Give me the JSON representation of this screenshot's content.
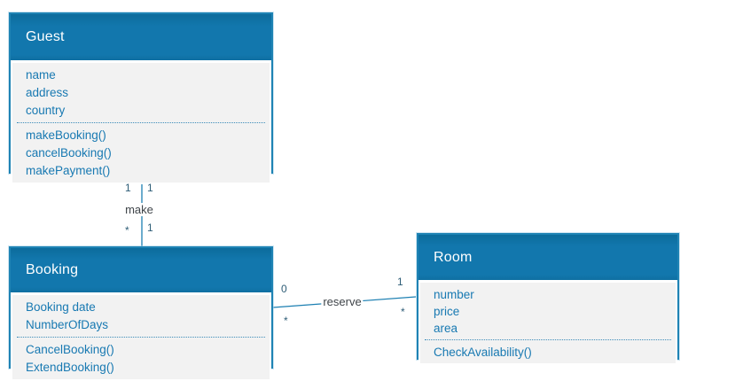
{
  "diagram": {
    "type": "uml-class-diagram",
    "classes": {
      "guest": {
        "title": "Guest",
        "attributes": [
          "name",
          "address",
          "country"
        ],
        "methods": [
          "makeBooking()",
          "cancelBooking()",
          "makePayment()"
        ]
      },
      "booking": {
        "title": "Booking",
        "attributes": [
          "Booking date",
          "NumberOfDays"
        ],
        "methods": [
          "CancelBooking()",
          "ExtendBooking()"
        ]
      },
      "room": {
        "title": "Room",
        "attributes": [
          "number",
          "price",
          "area"
        ],
        "methods": [
          "CheckAvailability()"
        ]
      }
    },
    "associations": {
      "make": {
        "label": "make",
        "top_left_multiplicity": "1",
        "top_right_multiplicity": "1",
        "bottom_left_multiplicity": "*",
        "bottom_right_multiplicity": "1"
      },
      "reserve": {
        "label": "reserve",
        "booking_top_multiplicity": "0",
        "booking_bottom_multiplicity": "*",
        "room_top_multiplicity": "1",
        "room_bottom_multiplicity": "*"
      }
    },
    "colors": {
      "header_blue": "#1277ad",
      "border_blue": "#1e83b4",
      "body_gray": "#f2f2f2",
      "member_text_blue": "#1879b2",
      "line_blue": "#1b7fb2",
      "multiplicity_text": "#2e5d77",
      "edge_name_text": "#3f4449"
    }
  }
}
